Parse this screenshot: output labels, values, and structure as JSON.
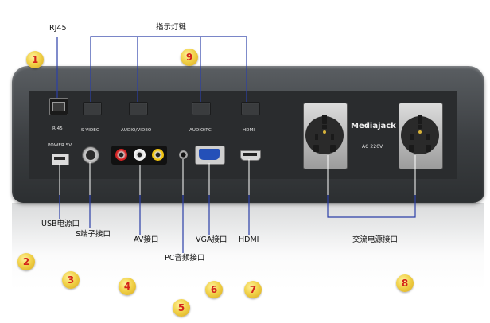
{
  "top_labels": {
    "rj45": "RJ45",
    "indicator_buttons": "指示灯键"
  },
  "panel_labels": {
    "rj45": "RJ45",
    "power": "POWER 5V",
    "svideo": "S-VIDEO",
    "audio_video": "AUDIO/VIDEO",
    "audio_pc": "AUDIO/PC",
    "hdmi": "HDMI",
    "brand": "Mediajack",
    "ac": "AC 220V"
  },
  "bottom_labels": {
    "usb": "USB电源口",
    "s_port": "S端子接口",
    "av": "AV接口",
    "pc_audio": "PC音频接口",
    "vga": "VGA接口",
    "hdmi": "HDMI",
    "ac_power": "交流电源接口"
  },
  "badges": [
    "1",
    "2",
    "3",
    "4",
    "5",
    "6",
    "7",
    "8",
    "9"
  ],
  "colors": {
    "badge_text": "#d4241a",
    "callout_line": "#2b3fa8",
    "av_red": "#d42323",
    "av_white": "#f2f2f2",
    "av_yellow": "#f1c40f",
    "vga_blue": "#2450b8"
  }
}
